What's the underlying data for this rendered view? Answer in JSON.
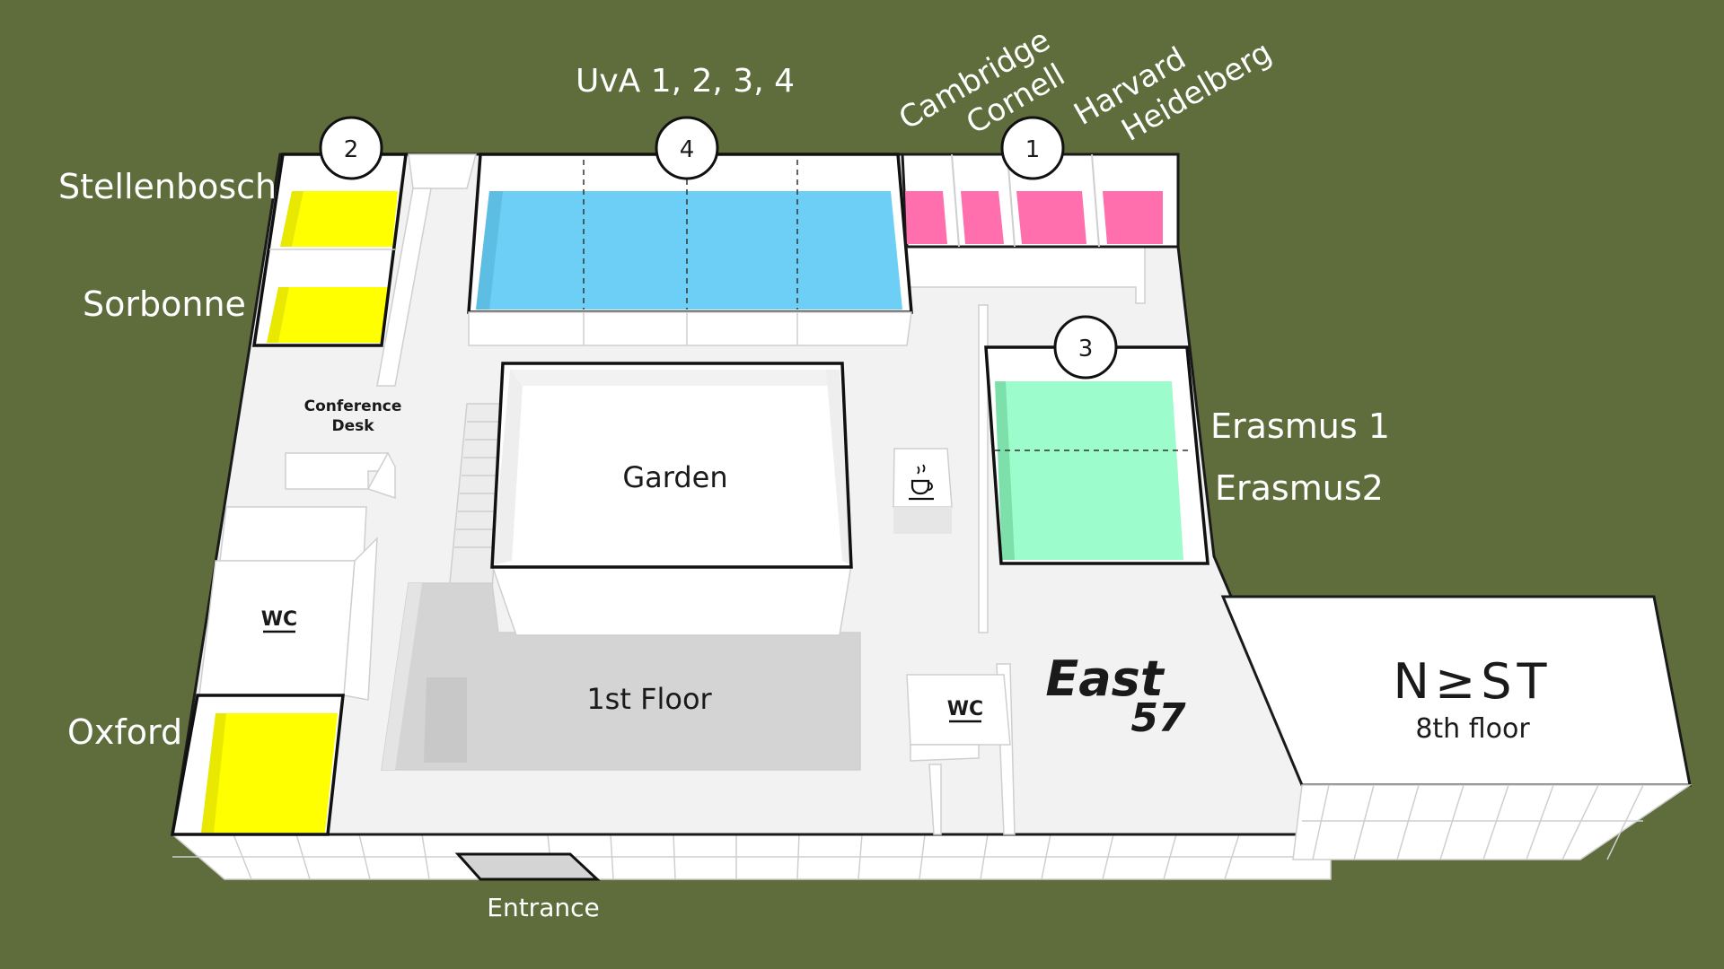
{
  "colors": {
    "background": "#5f6d3c",
    "yellow_room": "#ffff00",
    "blue_room": "#6dcff6",
    "pink_room": "#ff6fae",
    "green_room": "#9cfccb",
    "floor_grey": "#d4d4d4"
  },
  "room_groups": {
    "group_1": {
      "badge": "1",
      "rooms": [
        "Cambridge",
        "Cornell",
        "Harvard",
        "Heidelberg"
      ]
    },
    "group_2": {
      "badge": "2",
      "rooms": [
        "Stellenbosch",
        "Sorbonne"
      ]
    },
    "group_3": {
      "badge": "3",
      "rooms": [
        "Erasmus 1",
        "Erasmus2"
      ]
    },
    "group_4": {
      "badge": "4",
      "label": "UvA 1, 2, 3, 4"
    }
  },
  "labels": {
    "oxford": "Oxford",
    "conference_desk_line1": "Conference",
    "conference_desk_line2": "Desk",
    "garden": "Garden",
    "first_floor": "1st Floor",
    "wc_left": "WC",
    "wc_right": "WC",
    "entrance": "Entrance",
    "east57_line1": "East",
    "east57_line2": "57",
    "nest_logo": "N≥ST",
    "nest_floor": "8th floor"
  },
  "icons": {
    "coffee": "coffee-cup-icon"
  }
}
